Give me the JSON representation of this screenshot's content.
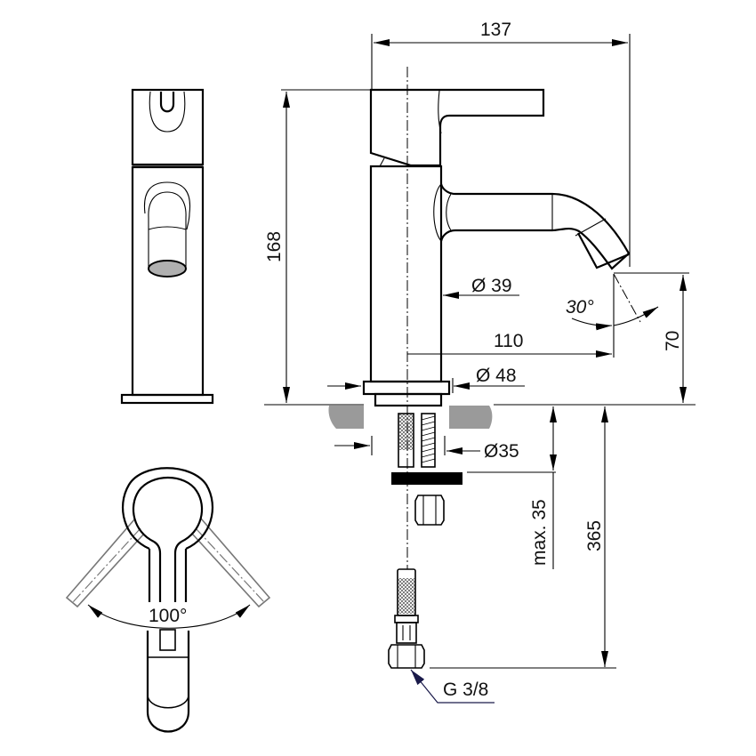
{
  "drawing": {
    "title": "Single-lever basin mixer technical drawing",
    "views": [
      "front-view",
      "side-view",
      "top-view",
      "installation-detail"
    ],
    "colors": {
      "line": "#000000",
      "counter_section": "#9a9a9a",
      "ghost_lever": "#777777",
      "aerator_fill": "#b0b0b0",
      "leader_arrow": "#1a1a4a"
    }
  },
  "dimensions": {
    "overall_depth": "137",
    "overall_height": "168",
    "spout_reach": "110",
    "body_diameter": "Ø 39",
    "base_diameter": "Ø 48",
    "outlet_angle": "30°",
    "outlet_height": "70",
    "hole_diameter": "Ø35",
    "max_counter_thickness": "max. 35",
    "hose_length": "365",
    "lever_rotation": "100°",
    "hose_connection": "G 3/8"
  }
}
